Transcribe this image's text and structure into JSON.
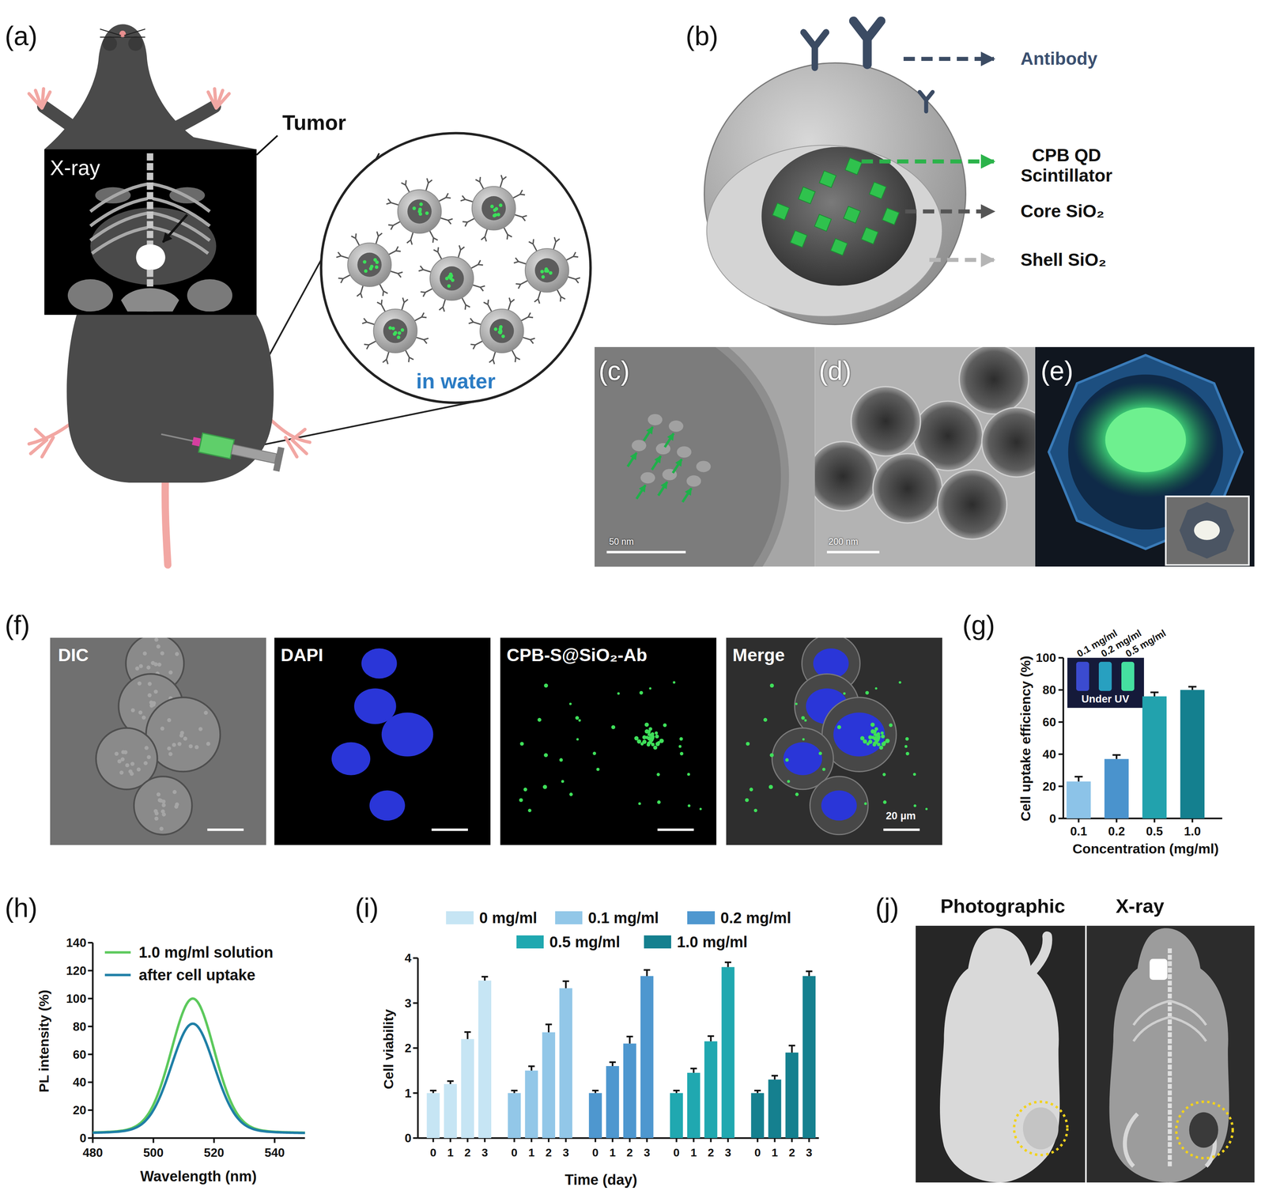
{
  "diagram": {
    "labels": [
      "(a)",
      "Tumor",
      "X-ray",
      "in water",
      "(b)",
      "Antibody",
      "CPB QD Scintillator",
      "Core SiO₂",
      "Shell SiO₂",
      "(c)",
      "50 nm",
      "(d)",
      "200 nm",
      "(e)",
      "(f)",
      "DIC",
      "DAPI",
      "CPB-S@SiO₂-Ab",
      "Merge",
      "20 µm",
      "(g)",
      "Cell uptake efficiency (%)",
      "0",
      "20",
      "40",
      "60",
      "80",
      "100",
      "0.1",
      "0.2",
      "0.5",
      "1.0",
      "Concentration (mg/ml)",
      "0.1 mg/ml",
      "0.2 mg/ml",
      "0.5 mg/ml",
      "Under UV",
      "(h)",
      "PL intensity (%)",
      "0",
      "20",
      "40",
      "60",
      "80",
      "100",
      "120",
      "140",
      "480",
      "500",
      "520",
      "540",
      "Wavelength (nm)",
      "(i)",
      "Cell viability",
      "0",
      "1",
      "2",
      "3",
      "4",
      "0",
      "1",
      "2",
      "3",
      "0",
      "1",
      "2",
      "3",
      "0",
      "1",
      "2",
      "3",
      "0",
      "1",
      "2",
      "3",
      "0",
      "1",
      "2",
      "3",
      "Time (day)",
      "(j)",
      "Photographic",
      "X-ray"
    ],
    "legend": [
      {
        "text": "1.0 mg/ml solution"
      },
      {
        "text": "after cell uptake"
      },
      {
        "text": "0 mg/ml",
        "color": "#c6e5f4"
      },
      {
        "text": "0.1 mg/ml",
        "color": "#92c7e8"
      },
      {
        "text": "0.2 mg/ml",
        "color": "#4e97cf"
      },
      {
        "text": "0.5 mg/ml",
        "color": "#20a8b0"
      },
      {
        "text": "1.0 mg/ml",
        "color": "#15808f"
      }
    ]
  }
}
